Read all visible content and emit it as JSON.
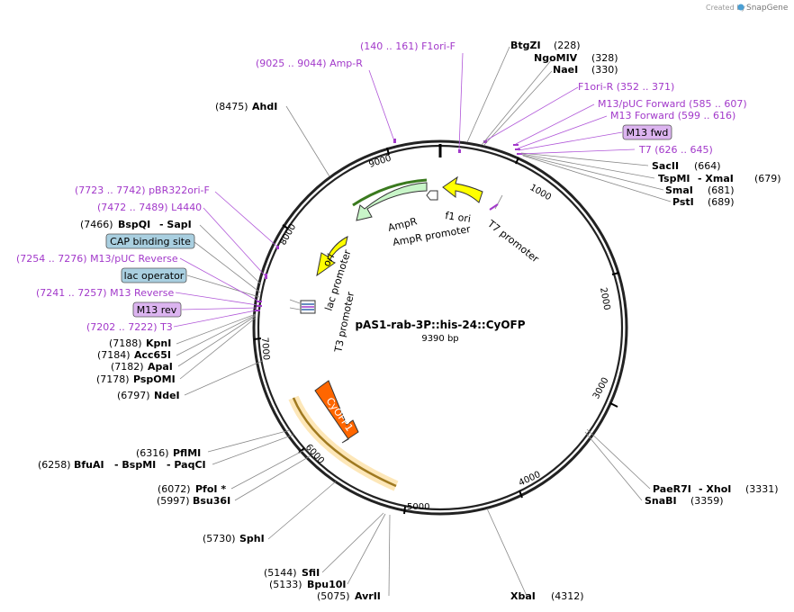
{
  "credit": {
    "prefix": "Created by",
    "brand": "SnapGene"
  },
  "map": {
    "name": "pAS1-rab-3P::his-24::CyOFP",
    "size": "9390 bp",
    "ticks": [
      "1000",
      "2000",
      "3000",
      "4000",
      "5000",
      "6000",
      "7000",
      "8000",
      "9000"
    ]
  },
  "sites": [
    {
      "name": "BtgZI",
      "pos": "(228)"
    },
    {
      "name": "NgoMIV",
      "pos": "(328)"
    },
    {
      "name": "NaeI",
      "pos": "(330)"
    },
    {
      "name": "SacII",
      "pos": "(664)"
    },
    {
      "name": "TspMI",
      "name2": "XmaI",
      "pos": "(679)"
    },
    {
      "name": "SmaI",
      "pos": "(681)"
    },
    {
      "name": "PstI",
      "pos": "(689)"
    },
    {
      "name": "PaeR7I",
      "name2": "XhoI",
      "pos": "(3331)"
    },
    {
      "name": "SnaBI",
      "pos": "(3359)"
    },
    {
      "name": "XbaI",
      "pos": "(4312)"
    },
    {
      "name": "AvrII",
      "pos": "(5075)"
    },
    {
      "name": "Bpu10I",
      "pos": "(5133)"
    },
    {
      "name": "SfiI",
      "pos": "(5144)"
    },
    {
      "name": "SphI",
      "pos": "(5730)"
    },
    {
      "name": "Bsu36I",
      "pos": "(5997)"
    },
    {
      "name": "PfoI *",
      "pos": "(6072)"
    },
    {
      "name": "BfuAI",
      "name2": "BspMI",
      "name3": "PaqCI",
      "pos": "(6258)"
    },
    {
      "name": "PflMI",
      "pos": "(6316)"
    },
    {
      "name": "NdeI",
      "pos": "(6797)"
    },
    {
      "name": "PspOMI",
      "pos": "(7178)"
    },
    {
      "name": "ApaI",
      "pos": "(7182)"
    },
    {
      "name": "Acc65I",
      "pos": "(7184)"
    },
    {
      "name": "KpnI",
      "pos": "(7188)"
    },
    {
      "name": "BspQI",
      "name2": "SapI",
      "pos": "(7466)"
    },
    {
      "name": "AhdI",
      "pos": "(8475)"
    }
  ],
  "primers": [
    {
      "name": "F1ori-F",
      "range": "(140 .. 161)"
    },
    {
      "name": "Amp-R",
      "range": "(9025 .. 9044)"
    },
    {
      "name": "F1ori-R",
      "range": "(352 .. 371)"
    },
    {
      "name": "M13/pUC Forward",
      "range": "(585 .. 607)"
    },
    {
      "name": "M13 Forward",
      "range": "(599 .. 616)"
    },
    {
      "name": "T7",
      "range": "(626 .. 645)"
    },
    {
      "name": "pBR322ori-F",
      "range": "(7723 .. 7742)"
    },
    {
      "name": "L4440",
      "range": "(7472 .. 7489)"
    },
    {
      "name": "M13/pUC Reverse",
      "range": "(7254 .. 7276)"
    },
    {
      "name": "M13 Reverse",
      "range": "(7241 .. 7257)"
    },
    {
      "name": "T3",
      "range": "(7202 .. 7222)"
    }
  ],
  "boxes": [
    {
      "label": "M13 fwd",
      "kind": "primer"
    },
    {
      "label": "CAP binding site",
      "kind": "site"
    },
    {
      "label": "lac operator",
      "kind": "site"
    },
    {
      "label": "M13 rev",
      "kind": "primer"
    }
  ],
  "features": [
    "AmpR",
    "AmpR promoter",
    "f1 ori",
    "T7 promoter",
    "ori",
    "lac promoter",
    "T3 promoter",
    "CyOFP1"
  ],
  "colors": {
    "primer": "#a239ca",
    "primer_box": "#dcb4f0",
    "site_box": "#a9cfe0",
    "ampr": "#c8f5c8",
    "f1ori": "#ffff00",
    "ori": "#ffff00",
    "cyofp": "#ff6600",
    "promoter": "#ffffff"
  }
}
